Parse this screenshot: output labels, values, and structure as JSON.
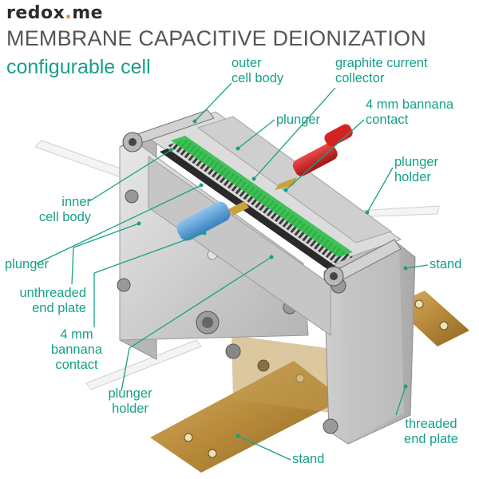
{
  "logo": {
    "text_before_dot": "redox",
    "dot": ".",
    "text_after_dot": "me"
  },
  "title": "MEMBRANE CAPACITIVE DEIONIZATION",
  "subtitle": "configurable cell",
  "colors": {
    "accent": "#17a087",
    "title_grey": "#555555",
    "logo_orange": "#e6892a",
    "steel": "#c9c9c9",
    "stand_bronze": "#b88a3a",
    "contact_red": "#cc1f1f",
    "contact_blue": "#5a9ed6",
    "membrane_green": "#2fbf4a"
  },
  "labels": {
    "outer_cell_body": [
      "outer",
      "cell body"
    ],
    "graphite_collector": [
      "graphite current",
      "collector"
    ],
    "plunger_top": [
      "plunger"
    ],
    "banana_top": [
      "4 mm bannana",
      "contact"
    ],
    "plunger_holder_right": [
      "plunger",
      "holder"
    ],
    "inner_cell_body": [
      "inner",
      "cell body"
    ],
    "plunger_left": [
      "plunger"
    ],
    "unthreaded_end_plate": [
      "unthreaded",
      "end plate"
    ],
    "banana_left": [
      "4 mm",
      "bannana",
      "contact"
    ],
    "plunger_holder_bottom": [
      "plunger",
      "holder"
    ],
    "stand_right": [
      "stand"
    ],
    "threaded_end_plate": [
      "threaded",
      "end plate"
    ],
    "stand_bottom": [
      "stand"
    ]
  }
}
